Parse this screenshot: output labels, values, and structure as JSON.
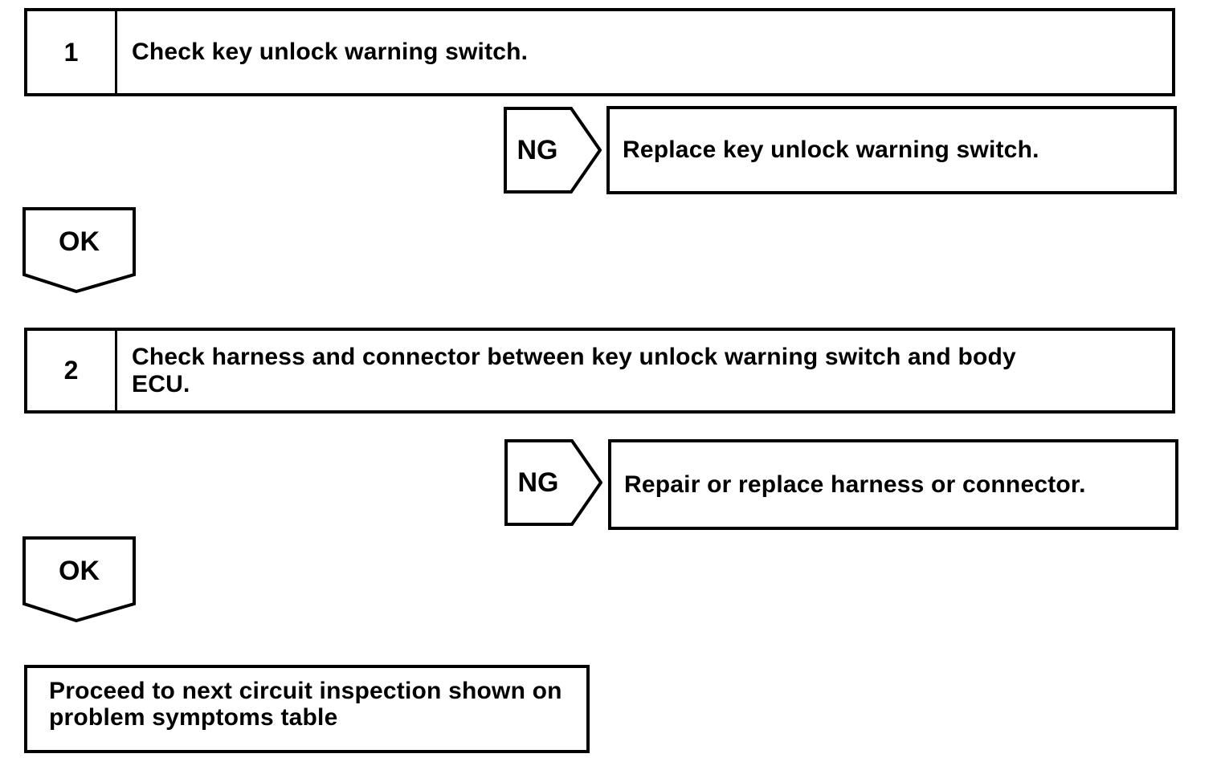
{
  "flowchart": {
    "paper_color": "#ffffff",
    "ink_color": "#000000",
    "steps": [
      {
        "number": "1",
        "instruction": "Check key unlock warning switch.",
        "lines": [
          "Check key unlock warning switch."
        ]
      },
      {
        "number": "2",
        "instruction": "Check harness and connector between key unlock warning switch and body ECU.",
        "lines": [
          "Check harness and connector between key unlock warning switch and body",
          "ECU."
        ]
      }
    ],
    "branches": [
      {
        "label": "NG",
        "result": "Replace key unlock warning switch."
      },
      {
        "label": "NG",
        "result": "Repair or replace harness or connector."
      }
    ],
    "ok_markers": [
      {
        "label": "OK"
      },
      {
        "label": "OK"
      }
    ],
    "final": {
      "text": "Proceed to next circuit inspection shown on problem symptoms table",
      "lines": [
        "Proceed to next circuit inspection shown on",
        "problem symptoms table"
      ]
    }
  }
}
